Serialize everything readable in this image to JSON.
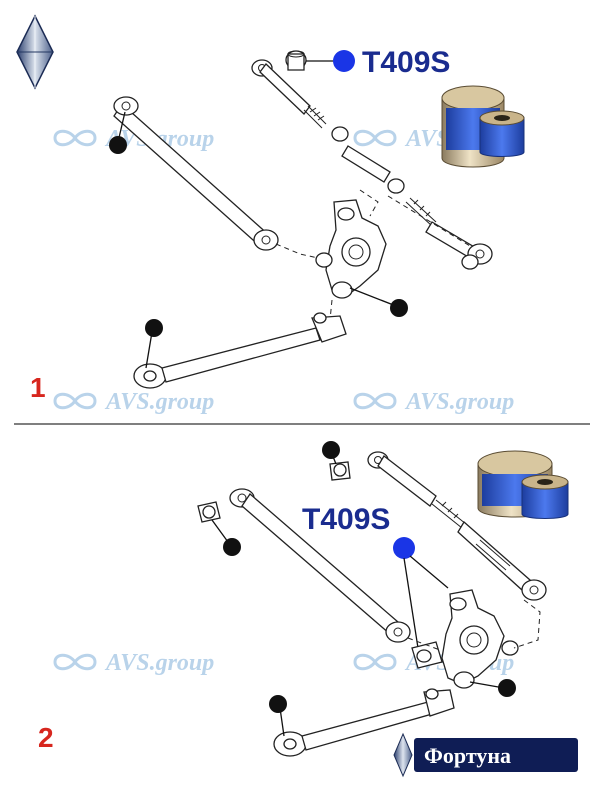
{
  "watermark": {
    "text": "AVS.group"
  },
  "panels": [
    {
      "number": "1",
      "part_code": "T409S"
    },
    {
      "number": "2",
      "part_code": "T409S"
    }
  ],
  "brand": {
    "text": "Фортуна"
  },
  "colors": {
    "callout_marker": "#111111",
    "highlight_marker": "#1a35e6",
    "part_code": "#1a2c8f",
    "panel_number": "#d7261e",
    "watermark": "#b9d3ea",
    "bushing_rubber": "#2f5bd8",
    "bushing_metal": "#c9b48a"
  },
  "icons": [
    "diamond-logo-icon",
    "infinity-icon",
    "bushing-photo"
  ]
}
